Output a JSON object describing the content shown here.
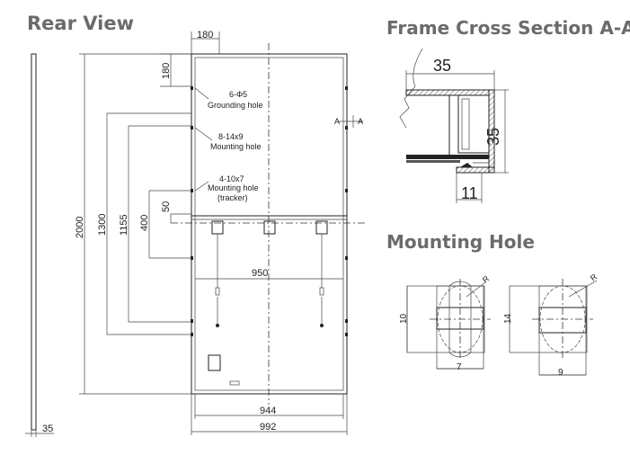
{
  "titles": {
    "rear_view": "Rear View",
    "frame_cross_section": "Frame Cross Section A-A",
    "mounting_hole": "Mounting Hole"
  },
  "rear_view": {
    "dim_180_top": "180",
    "dim_180_side": "180",
    "dim_2000": "2000",
    "dim_1300": "1300",
    "dim_1155": "1155",
    "dim_400": "400",
    "dim_50": "50",
    "dim_950": "950",
    "dim_944": "944",
    "dim_992": "992",
    "dim_35": "35",
    "grounding_spec": "6-Φ5",
    "grounding_label": "Grounding hole",
    "mounting_spec": "8-14x9",
    "mounting_label": "Mounting hole",
    "tracker_spec": "4-10x7",
    "tracker_label1": "Mounting hole",
    "tracker_label2": "(tracker)",
    "section_a_left": "A",
    "section_a_right": "A"
  },
  "frame_section": {
    "dim_35_top": "35",
    "dim_35_side": "35",
    "dim_11": "11"
  },
  "mounting_holes": {
    "hole1_height": "10",
    "hole1_width": "7",
    "hole1_radius": "R",
    "hole2_height": "14",
    "hole2_width": "9",
    "hole2_radius": "R"
  }
}
